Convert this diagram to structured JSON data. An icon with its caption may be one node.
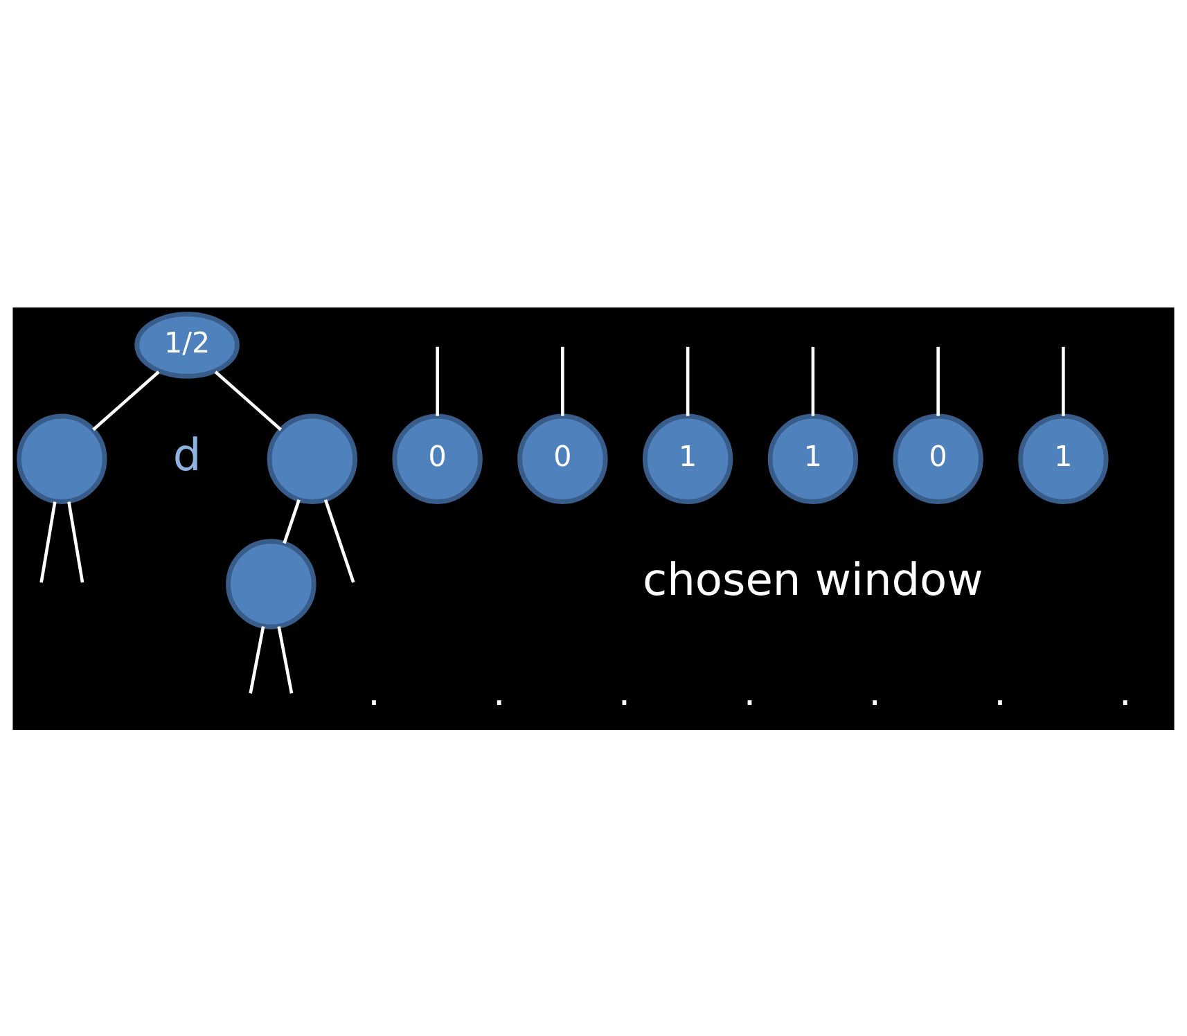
{
  "diagram": {
    "nodes": [
      {
        "text": [
          "1/2"
        ]
      },
      {
        "text": [],
        "shape": "circle"
      },
      {
        "text": [],
        "shape": "circle"
      },
      {
        "text": [],
        "shape": "circle"
      },
      {
        "text": [
          "0"
        ]
      },
      {
        "text": [
          "0"
        ]
      },
      {
        "text": [
          "1"
        ]
      },
      {
        "text": [
          "1"
        ]
      },
      {
        "text": [
          "0"
        ]
      },
      {
        "text": [
          "1"
        ]
      }
    ],
    "edges": [
      {
        "from": 0,
        "to": 1,
        "arrow": "none"
      },
      {
        "from": 0,
        "to": 2,
        "arrow": "none"
      },
      {
        "from": 1,
        "to": null,
        "arrow": "none"
      },
      {
        "from": 1,
        "to": null,
        "arrow": "none"
      },
      {
        "from": 2,
        "to": 3,
        "arrow": "none"
      },
      {
        "from": 2,
        "to": null,
        "arrow": "none"
      },
      {
        "from": 3,
        "to": null,
        "arrow": "none"
      },
      {
        "from": 3,
        "to": null,
        "arrow": "none"
      },
      {
        "from": null,
        "to": 4,
        "arrow": "none"
      },
      {
        "from": null,
        "to": 5,
        "arrow": "none"
      },
      {
        "from": null,
        "to": 6,
        "arrow": "none"
      },
      {
        "from": null,
        "to": 7,
        "arrow": "none"
      },
      {
        "from": null,
        "to": 8,
        "arrow": "none"
      },
      {
        "from": null,
        "to": 9,
        "arrow": "none"
      }
    ],
    "labels": [
      "d",
      ".",
      ".",
      ".",
      ".",
      ".",
      ".",
      ".",
      "chosen window"
    ]
  }
}
